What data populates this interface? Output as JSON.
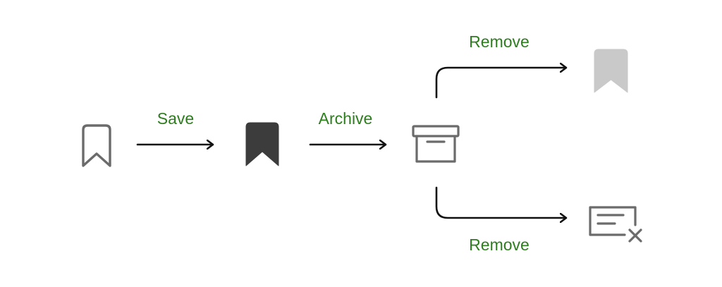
{
  "edges": {
    "save_label": "Save",
    "archive_label": "Archive",
    "remove_top_label": "Remove",
    "remove_bottom_label": "Remove"
  },
  "nodes": [
    {
      "icon": "bookmark-outline-icon"
    },
    {
      "icon": "bookmark-filled-icon"
    },
    {
      "icon": "archive-box-icon"
    },
    {
      "icon": "bookmark-removed-icon"
    },
    {
      "icon": "message-delete-icon"
    }
  ],
  "colors": {
    "label": "#2e7d1f",
    "arrow": "#111111",
    "icon_outline": "#6b6b6b",
    "icon_filled": "#3c3c3c",
    "icon_faded": "#c9c9c9"
  }
}
